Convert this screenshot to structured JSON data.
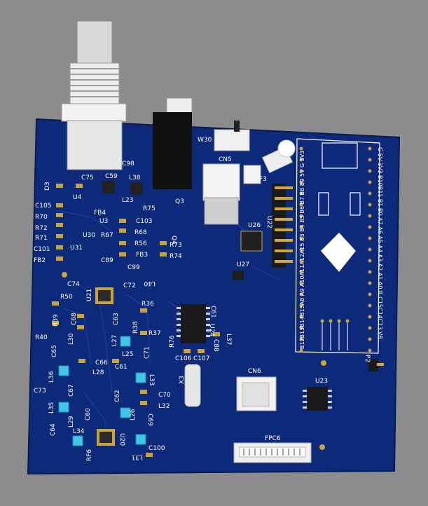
{
  "colors": {
    "background": "#8c8c8c",
    "board": "#0d2a7a",
    "board_edge": "#071a52",
    "silk": "#ffffff",
    "pad_gold": "#c9a437",
    "component_dark": "#222222",
    "component_cyan": "#3ec6e6"
  },
  "board": {
    "fpc_label": "FPC6",
    "x3_label": "X3"
  },
  "components": {
    "labels": [
      {
        "id": "D3",
        "text": "D3"
      },
      {
        "id": "C75",
        "text": "C75"
      },
      {
        "id": "C59",
        "text": "C59"
      },
      {
        "id": "C98",
        "text": "C98"
      },
      {
        "id": "L38",
        "text": "L38"
      },
      {
        "id": "W30",
        "text": "W30"
      },
      {
        "id": "CN5",
        "text": "CN5"
      },
      {
        "id": "F3",
        "text": "F3"
      },
      {
        "id": "U4",
        "text": "U4"
      },
      {
        "id": "FB4",
        "text": "FB4"
      },
      {
        "id": "L23",
        "text": "L23"
      },
      {
        "id": "R75",
        "text": "R75"
      },
      {
        "id": "Q3",
        "text": "Q3"
      },
      {
        "id": "C105",
        "text": "C105"
      },
      {
        "id": "R70",
        "text": "R70"
      },
      {
        "id": "R72",
        "text": "R72"
      },
      {
        "id": "R71",
        "text": "R71"
      },
      {
        "id": "C101",
        "text": "C101"
      },
      {
        "id": "FB2",
        "text": "FB2"
      },
      {
        "id": "U3",
        "text": "U3"
      },
      {
        "id": "U30",
        "text": "U30"
      },
      {
        "id": "U31",
        "text": "U31"
      },
      {
        "id": "R67",
        "text": "R67"
      },
      {
        "id": "C103",
        "text": "C103"
      },
      {
        "id": "R68",
        "text": "R68"
      },
      {
        "id": "Q4",
        "text": "Q4"
      },
      {
        "id": "R56",
        "text": "R56"
      },
      {
        "id": "R73",
        "text": "R73"
      },
      {
        "id": "FB3",
        "text": "FB3"
      },
      {
        "id": "R74",
        "text": "R74"
      },
      {
        "id": "C89",
        "text": "C89"
      },
      {
        "id": "U26",
        "text": "U26"
      },
      {
        "id": "U22",
        "text": "U22"
      },
      {
        "id": "U27",
        "text": "U27"
      },
      {
        "id": "C99",
        "text": "C99"
      },
      {
        "id": "L40",
        "text": "L40"
      },
      {
        "id": "C74",
        "text": "C74"
      },
      {
        "id": "C72",
        "text": "C72"
      },
      {
        "id": "R50",
        "text": "R50"
      },
      {
        "id": "U21",
        "text": "U21"
      },
      {
        "id": "R36",
        "text": "R36"
      },
      {
        "id": "C61b",
        "text": "C61"
      },
      {
        "id": "U24",
        "text": "U24"
      },
      {
        "id": "L37",
        "text": "L37"
      },
      {
        "id": "R39",
        "text": "R39"
      },
      {
        "id": "C68",
        "text": "C68"
      },
      {
        "id": "C63",
        "text": "C63"
      },
      {
        "id": "R38",
        "text": "R38"
      },
      {
        "id": "R37",
        "text": "R37"
      },
      {
        "id": "R76",
        "text": "R76"
      },
      {
        "id": "C88",
        "text": "C88"
      },
      {
        "id": "R40",
        "text": "R40"
      },
      {
        "id": "L30",
        "text": "L30"
      },
      {
        "id": "L27",
        "text": "L27"
      },
      {
        "id": "C106",
        "text": "C106"
      },
      {
        "id": "C107",
        "text": "C107"
      },
      {
        "id": "C65",
        "text": "C65"
      },
      {
        "id": "C66",
        "text": "C66"
      },
      {
        "id": "L25",
        "text": "L25"
      },
      {
        "id": "C71",
        "text": "C71"
      },
      {
        "id": "L36",
        "text": "L36"
      },
      {
        "id": "L28",
        "text": "L28"
      },
      {
        "id": "C61",
        "text": "C61"
      },
      {
        "id": "L33",
        "text": "L33"
      },
      {
        "id": "CN6",
        "text": "CN6"
      },
      {
        "id": "C73",
        "text": "C73"
      },
      {
        "id": "C67",
        "text": "C67"
      },
      {
        "id": "C62",
        "text": "C62"
      },
      {
        "id": "C70",
        "text": "C70"
      },
      {
        "id": "U23",
        "text": "U23"
      },
      {
        "id": "L35",
        "text": "L35"
      },
      {
        "id": "C60",
        "text": "C60"
      },
      {
        "id": "L26",
        "text": "L26"
      },
      {
        "id": "L32",
        "text": "L32"
      },
      {
        "id": "L29",
        "text": "L29"
      },
      {
        "id": "C69",
        "text": "C69"
      },
      {
        "id": "C64",
        "text": "C64"
      },
      {
        "id": "L34",
        "text": "L34"
      },
      {
        "id": "U20",
        "text": "U20"
      },
      {
        "id": "L31",
        "text": "L31"
      },
      {
        "id": "C100",
        "text": "C100"
      },
      {
        "id": "RF6",
        "text": "RF6"
      },
      {
        "id": "P2",
        "text": "P2"
      }
    ]
  },
  "module": {
    "top_pins": "B12B13B14B15A8 A9 A10A11A12A15 B3 B4 B5 B6 B7 B8 B9 5V G 3V3",
    "right_pins": "G 5V 3V3 B10B11 B1 B0 A7 A6 A5 A4 A3 A2 A1 A0 R C15C14C13 VB"
  }
}
